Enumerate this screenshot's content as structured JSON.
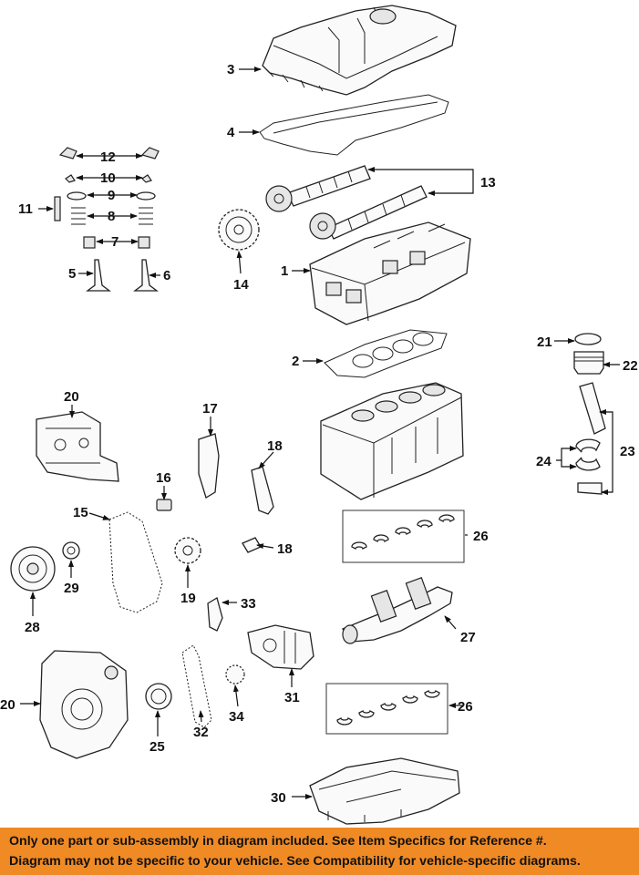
{
  "callouts": {
    "c1": "1",
    "c2": "2",
    "c3": "3",
    "c4": "4",
    "c5": "5",
    "c6": "6",
    "c7": "7",
    "c8": "8",
    "c9": "9",
    "c10": "10",
    "c11": "11",
    "c12": "12",
    "c13": "13",
    "c14": "14",
    "c15": "15",
    "c16": "16",
    "c17": "17",
    "c18a": "18",
    "c18b": "18",
    "c19": "19",
    "c20a": "20",
    "c20b": "20",
    "c21": "21",
    "c22": "22",
    "c23": "23",
    "c24": "24",
    "c25": "25",
    "c26a": "26",
    "c26b": "26",
    "c27": "27",
    "c28": "28",
    "c29": "29",
    "c30": "30",
    "c31": "31",
    "c32": "32",
    "c33": "33",
    "c34": "34"
  },
  "banner": {
    "line1": "Only one part or sub-assembly in diagram included. See Item Specifics for Reference #.",
    "line2": "Diagram may not be specific to your vehicle. See Compatibility for vehicle-specific diagrams.",
    "background": "#f08a24"
  }
}
